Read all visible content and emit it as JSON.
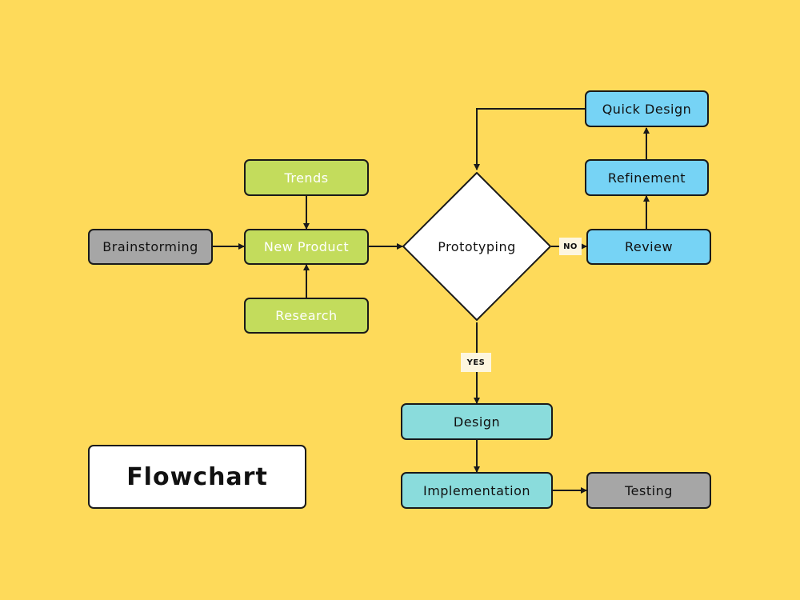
{
  "title": "Flowchart",
  "decision": {
    "label": "Prototyping",
    "no_label": "NO",
    "yes_label": "YES"
  },
  "nodes": {
    "trends": "Trends",
    "new_product": "New Product",
    "research": "Research",
    "brainstorming": "Brainstorming",
    "quick_design": "Quick Design",
    "refinement": "Refinement",
    "review": "Review",
    "design": "Design",
    "implementation": "Implementation",
    "testing": "Testing"
  },
  "colors": {
    "background": "#FEDA5A",
    "green_node": "#C3DC5C",
    "gray_node": "#A6A6A6",
    "blue_node": "#76D3F5",
    "teal_node": "#8ADCDC",
    "stroke": "#1a1a1a"
  }
}
